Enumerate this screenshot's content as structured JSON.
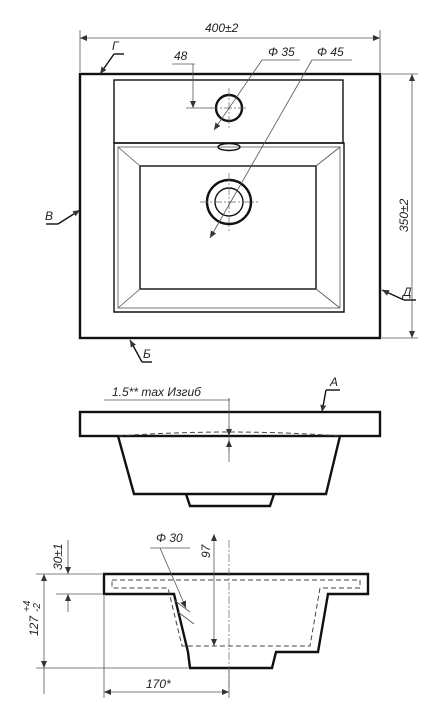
{
  "dimensions": {
    "width": "400±2",
    "height": "350±2",
    "tap_offset": "48",
    "tap_hole": "Φ 35",
    "drain_hole": "Φ 45",
    "bend": "1.5** max Изгиб",
    "rim_height": "30±1",
    "overall_height": "127",
    "overall_tol_upper": "+4",
    "overall_tol_lower": "-2",
    "depth": "97",
    "overflow": "Φ 30",
    "drain_offset": "170*"
  },
  "views": {
    "g": "Г",
    "v": "В",
    "b": "Б",
    "d": "Д",
    "a": "А"
  }
}
